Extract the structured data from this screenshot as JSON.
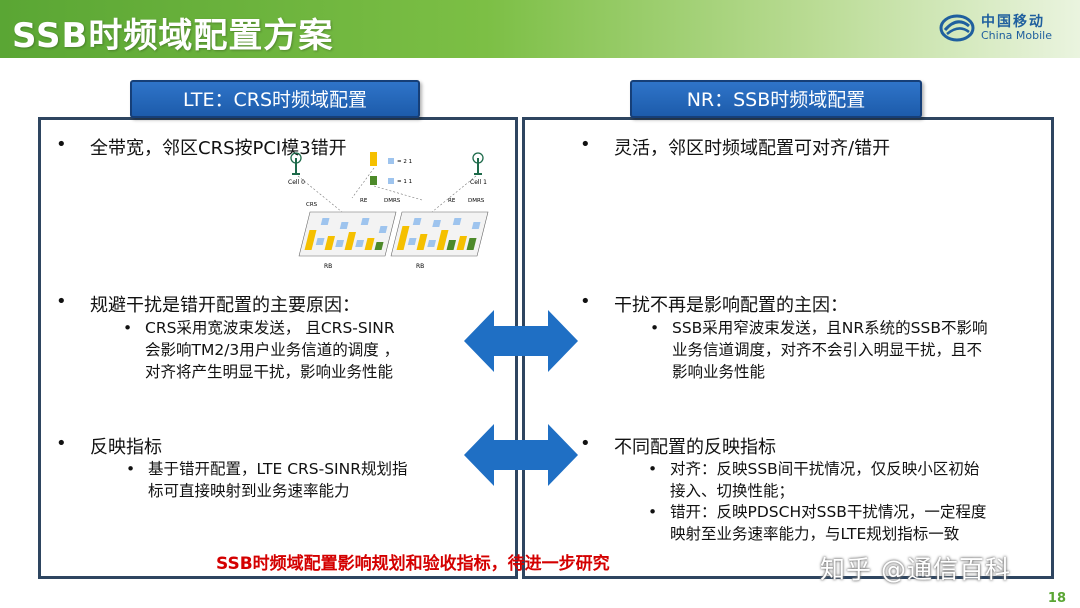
{
  "header": {
    "title": "SSB时频域配置方案",
    "logo_cn": "中国移动",
    "logo_en": "China Mobile"
  },
  "left": {
    "tab": "LTE：CRS时频域配置",
    "b1": "全带宽，邻区CRS按PCI模3错开",
    "b2": "规避干扰是错开配置的主要原因：",
    "b2_sub": [
      "CRS采用宽波束发送， 且CRS-SINR",
      "会影响TM2/3用户业务信道的调度 ，",
      "对齐将产生明显干扰，影响业务性能"
    ],
    "b3": "反映指标",
    "b3_sub": [
      "基于错开配置，LTE CRS-SINR规划指",
      "标可直接映射到业务速率能力"
    ],
    "diagram": {
      "cell0": "Cell 0",
      "cell1": "Cell 1",
      "crs": "CRS",
      "re1": "RE",
      "dmrs1": "DMRS",
      "re2": "RE",
      "dmrs2": "DMRS",
      "rb1": "RB",
      "rb2": "RB",
      "eq21": "= 2 1",
      "eq11": "= 1 1"
    }
  },
  "right": {
    "tab": "NR：SSB时频域配置",
    "b1": "灵活，邻区时频域配置可对齐/错开",
    "b2": "干扰不再是影响配置的主因：",
    "b2_sub": [
      "SSB采用窄波束发送，且NR系统的SSB不影响",
      "业务信道调度，对齐不会引入明显干扰，且不",
      "影响业务性能"
    ],
    "b3": "不同配置的反映指标",
    "b3_sub1": [
      "对齐：反映SSB间干扰情况，仅反映小区初始",
      "接入、切换性能；"
    ],
    "b3_sub2": [
      "错开：反映PDSCH对SSB干扰情况，一定程度",
      "映射至业务速率能力，与LTE规划指标一致"
    ]
  },
  "conclusion": "SSB时频域配置影响规划和验收指标，待进一步研究",
  "watermark": "知乎 @通信百科",
  "page_number": "18",
  "colors": {
    "header_green": "#5aa634",
    "tab_blue": "#1d5cab",
    "arrow_blue": "#1f6fc4",
    "conclusion_red": "#d40000",
    "panel_border": "#2e4560"
  }
}
